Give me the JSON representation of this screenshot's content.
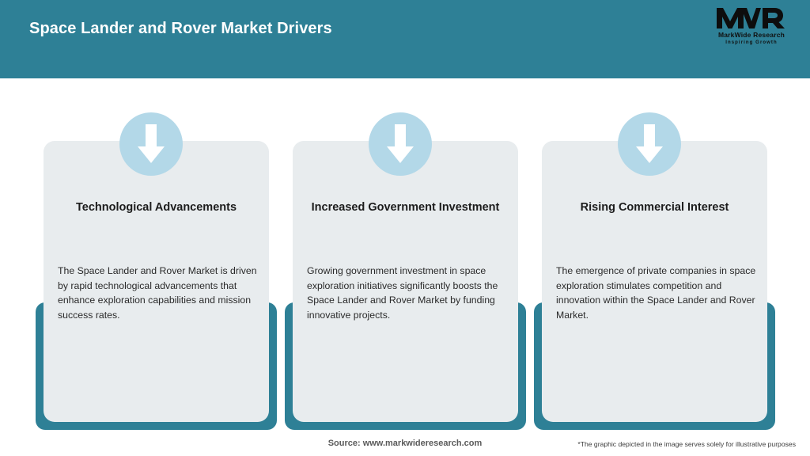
{
  "header": {
    "title": "Space Lander and Rover Market Drivers",
    "background_color": "#2e8096",
    "title_color": "#ffffff"
  },
  "logo": {
    "mark": "MWR",
    "name": "MarkWide Research",
    "tagline": "Inspiring Growth"
  },
  "cards": [
    {
      "icon": "down-arrow-icon",
      "title": "Technological Advancements",
      "text": "The Space Lander and Rover Market is driven by rapid technological advancements that enhance exploration capabilities and mission success rates."
    },
    {
      "icon": "down-arrow-icon",
      "title": "Increased Government Investment",
      "text": "Growing government investment in space exploration initiatives significantly boosts the Space Lander and Rover Market by funding innovative projects."
    },
    {
      "icon": "down-arrow-icon",
      "title": "Rising Commercial Interest",
      "text": "The emergence of private companies in space exploration stimulates competition and innovation within the Space Lander and Rover Market."
    }
  ],
  "footer": {
    "source": "Source: www.markwideresearch.com",
    "disclaimer": "*The graphic depicted in the image serves solely for illustrative purposes"
  },
  "colors": {
    "accent": "#2e8096",
    "card_background": "#e8ecee",
    "icon_circle": "#b3d8e8",
    "arrow": "#ffffff"
  }
}
